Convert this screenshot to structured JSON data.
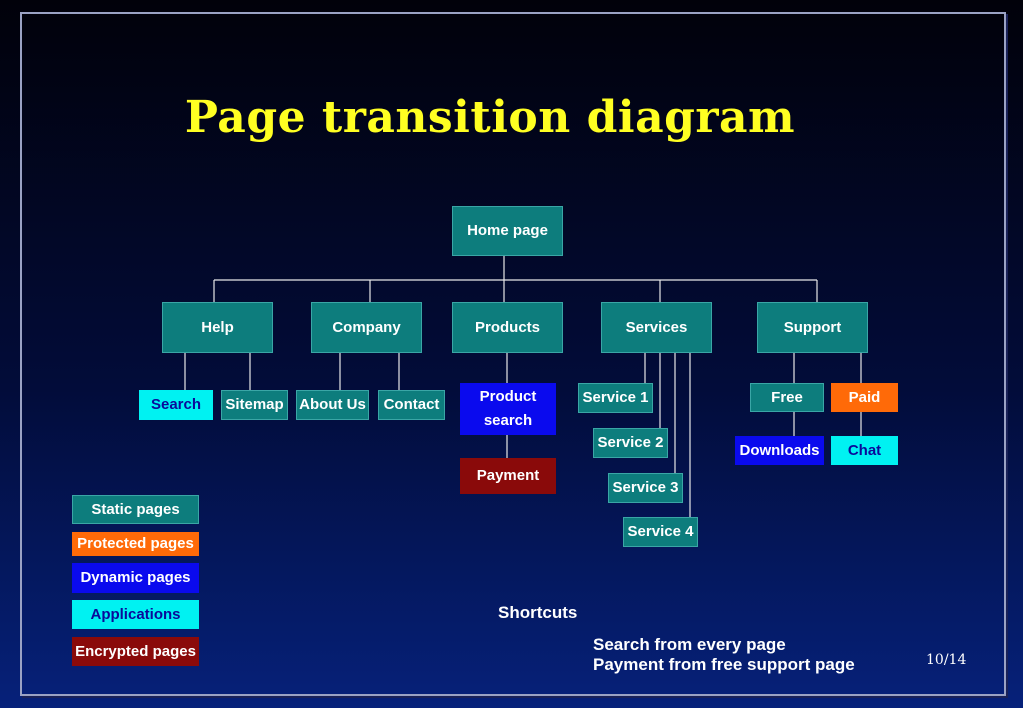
{
  "title": "Page transition diagram",
  "nodes": {
    "home": "Home page",
    "help": "Help",
    "company": "Company",
    "products": "Products",
    "services": "Services",
    "support": "Support",
    "search": "Search",
    "sitemap": "Sitemap",
    "about_us": "About Us",
    "contact": "Contact",
    "product_search_line1": "Product",
    "product_search_line2": "search",
    "payment": "Payment",
    "service1": "Service 1",
    "service2": "Service 2",
    "service3": "Service 3",
    "service4": "Service 4",
    "free": "Free",
    "paid": "Paid",
    "downloads": "Downloads",
    "chat": "Chat"
  },
  "legend": {
    "static": "Static pages",
    "protected": "Protected pages",
    "dynamic": "Dynamic pages",
    "applications": "Applications",
    "encrypted": "Encrypted pages"
  },
  "shortcuts": {
    "heading": "Shortcuts",
    "item1": "Search from every page",
    "item2": "Payment from free support page"
  },
  "page_number": "10/14",
  "colors": {
    "static": "#0d7d7d",
    "protected": "#ff6a08",
    "dynamic": "#0a0aee",
    "applications": "#00f2f2",
    "encrypted": "#8a0a0a",
    "title": "#ffff22"
  }
}
